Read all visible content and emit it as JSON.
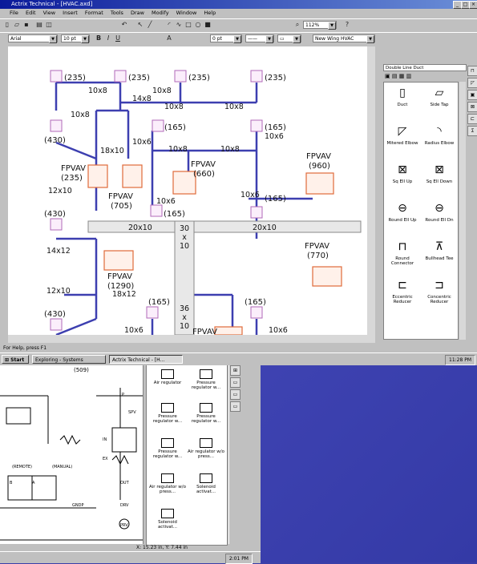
{
  "window": {
    "title": "Actrix Technical - [HVAC.axd]",
    "menu": [
      "File",
      "Edit",
      "View",
      "Insert",
      "Format",
      "Tools",
      "Draw",
      "Modify",
      "Window",
      "Help"
    ]
  },
  "toolbar": {
    "font": "Arial",
    "font_size": "10 pt",
    "zoom": "112%",
    "line_width": "0 pt",
    "layer": "New Wing HVAC"
  },
  "panel": {
    "title": "Double Line Duct",
    "symbols": [
      {
        "label": "Duct",
        "glyph": "▯"
      },
      {
        "label": "Side Tap",
        "glyph": "⏥"
      },
      {
        "label": "Mitered Elbow",
        "glyph": "◸"
      },
      {
        "label": "Radius Elbow",
        "glyph": "◝"
      },
      {
        "label": "Sq Ell Up",
        "glyph": "⊠"
      },
      {
        "label": "Sq Ell Down",
        "glyph": "⊠"
      },
      {
        "label": "Round Ell Up",
        "glyph": "⊖"
      },
      {
        "label": "Round Ell Dn",
        "glyph": "⊖"
      },
      {
        "label": "Round Connector",
        "glyph": "⊓"
      },
      {
        "label": "Bullhead Tee",
        "glyph": "⊼"
      },
      {
        "label": "Eccentric Reducer",
        "glyph": "⊏"
      },
      {
        "label": "Concentric Reducer",
        "glyph": "⊐"
      }
    ]
  },
  "drawing": {
    "diffusers": [
      {
        "label": "(235)"
      },
      {
        "label": "(235)"
      },
      {
        "label": "(235)"
      },
      {
        "label": "(235)"
      },
      {
        "label": "(165)"
      },
      {
        "label": "(165)"
      },
      {
        "label": "(430)"
      },
      {
        "label": "(165)"
      },
      {
        "label": "(430)"
      },
      {
        "label": "(165)"
      },
      {
        "label": "(430)"
      },
      {
        "label": "(165)"
      },
      {
        "label": "(165)"
      }
    ],
    "duct_labels": [
      "10x8",
      "10x8",
      "14x8",
      "10x8",
      "10x8",
      "10x8",
      "18x10",
      "10x6",
      "10x8",
      "10x8",
      "10x6",
      "12x10",
      "20x10",
      "20x10",
      "14x12",
      "12x10",
      "18x12",
      "10x6",
      "10x6",
      "10x6",
      "10x6"
    ],
    "trunk": [
      "30",
      "x",
      "10"
    ],
    "trunk2": [
      "36",
      "x",
      "10"
    ],
    "vavs": [
      {
        "name": "FPVAV",
        "flow": "(235)"
      },
      {
        "name": "FPVAV",
        "flow": "(705)"
      },
      {
        "name": "FPVAV",
        "flow": "(660)"
      },
      {
        "name": "FPVAV",
        "flow": "(960)"
      },
      {
        "name": "FPVAV",
        "flow": "(770)"
      },
      {
        "name": "FPVAV",
        "flow": "(1290)"
      },
      {
        "name": "FPVAV",
        "flow": ""
      }
    ]
  },
  "status": {
    "help": "For Help, press F1"
  },
  "taskbar": {
    "start": "Start",
    "tasks": [
      "Exploring - Systems",
      "Actrix Technical - [H..."
    ],
    "clock": "11:28 PM"
  },
  "back_window": {
    "value_509": "(509)",
    "labels": [
      "(REMOTE)",
      "(MANUAL)",
      "IN",
      "EX",
      "P",
      "SPV",
      "DRV",
      "PRV",
      "GNDP",
      "OUT",
      "B",
      "A"
    ],
    "palette": [
      {
        "label": "Air regulator"
      },
      {
        "label": "Pressure regulator w..."
      },
      {
        "label": "Pressure regulator w..."
      },
      {
        "label": "Pressure regulator w..."
      },
      {
        "label": "Pressure regulator w..."
      },
      {
        "label": "Air regulator w/o press..."
      },
      {
        "label": "Air regulator w/o press..."
      },
      {
        "label": "Solenoid activat..."
      },
      {
        "label": "Solenoid activat..."
      }
    ],
    "coords": "X: 15.23 in, Y: 7.44 in",
    "clock": "2:01 PM"
  },
  "colors": {
    "duct": "#3d3fb0",
    "vav": "#e06a3a",
    "diffuser": "#b06ab8",
    "accent": "#0a1a9a"
  }
}
